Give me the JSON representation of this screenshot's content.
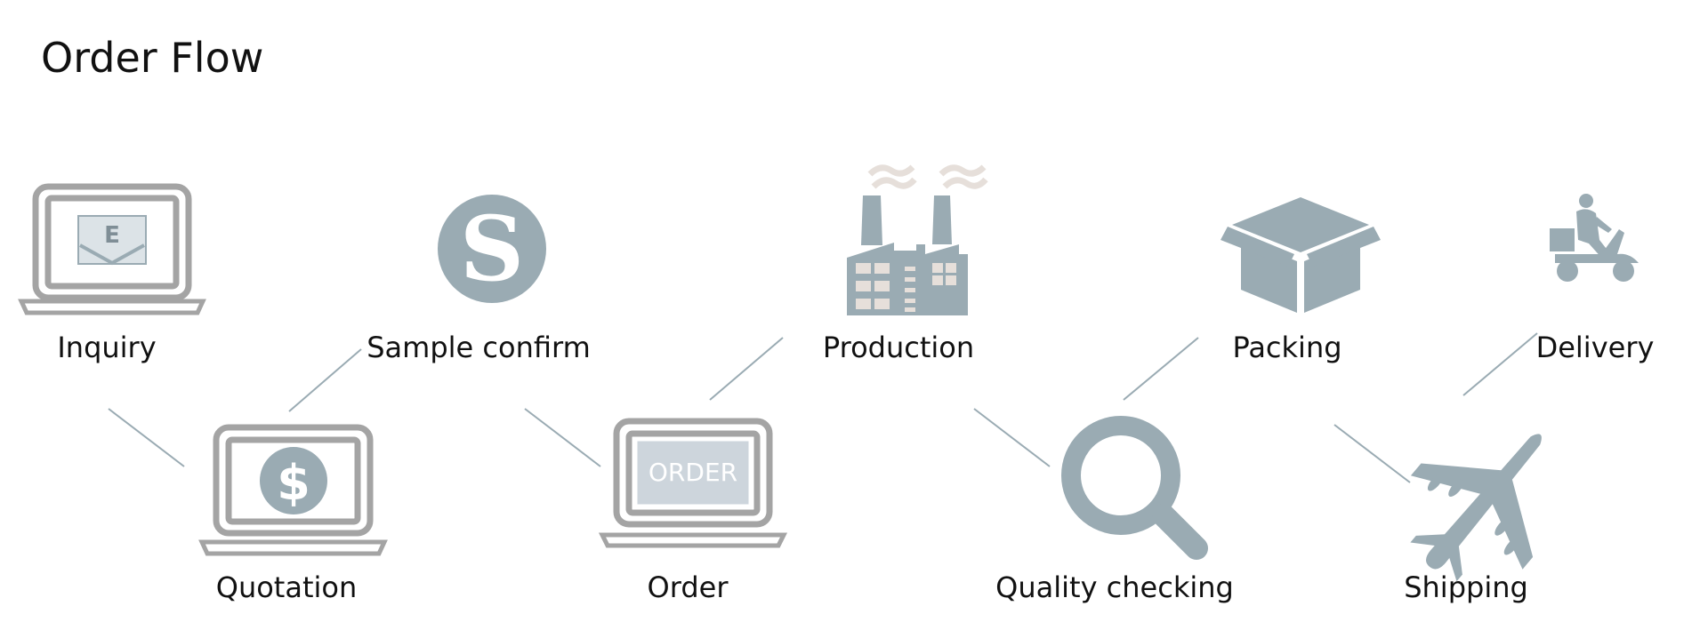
{
  "title": "Order Flow",
  "colors": {
    "icon_fill": "#9aabb3",
    "outline": "#a4a4a4",
    "connector": "#9aabb3",
    "smoke": "#e6dfda"
  },
  "steps": [
    {
      "label": "Inquiry",
      "icon": "email-laptop-icon"
    },
    {
      "label": "Quotation",
      "icon": "dollar-laptop-icon"
    },
    {
      "label": "Sample confirm",
      "icon": "sample-s-icon"
    },
    {
      "label": "Order",
      "icon": "order-laptop-icon"
    },
    {
      "label": "Production",
      "icon": "factory-icon"
    },
    {
      "label": "Quality checking",
      "icon": "magnifier-icon"
    },
    {
      "label": "Packing",
      "icon": "box-icon"
    },
    {
      "label": "Shipping",
      "icon": "airplane-icon"
    },
    {
      "label": "Delivery",
      "icon": "scooter-courier-icon"
    }
  ],
  "icon_text": {
    "envelope_letter": "E",
    "dollar_sign": "$",
    "sample_letter": "S",
    "order_screen": "ORDER"
  }
}
